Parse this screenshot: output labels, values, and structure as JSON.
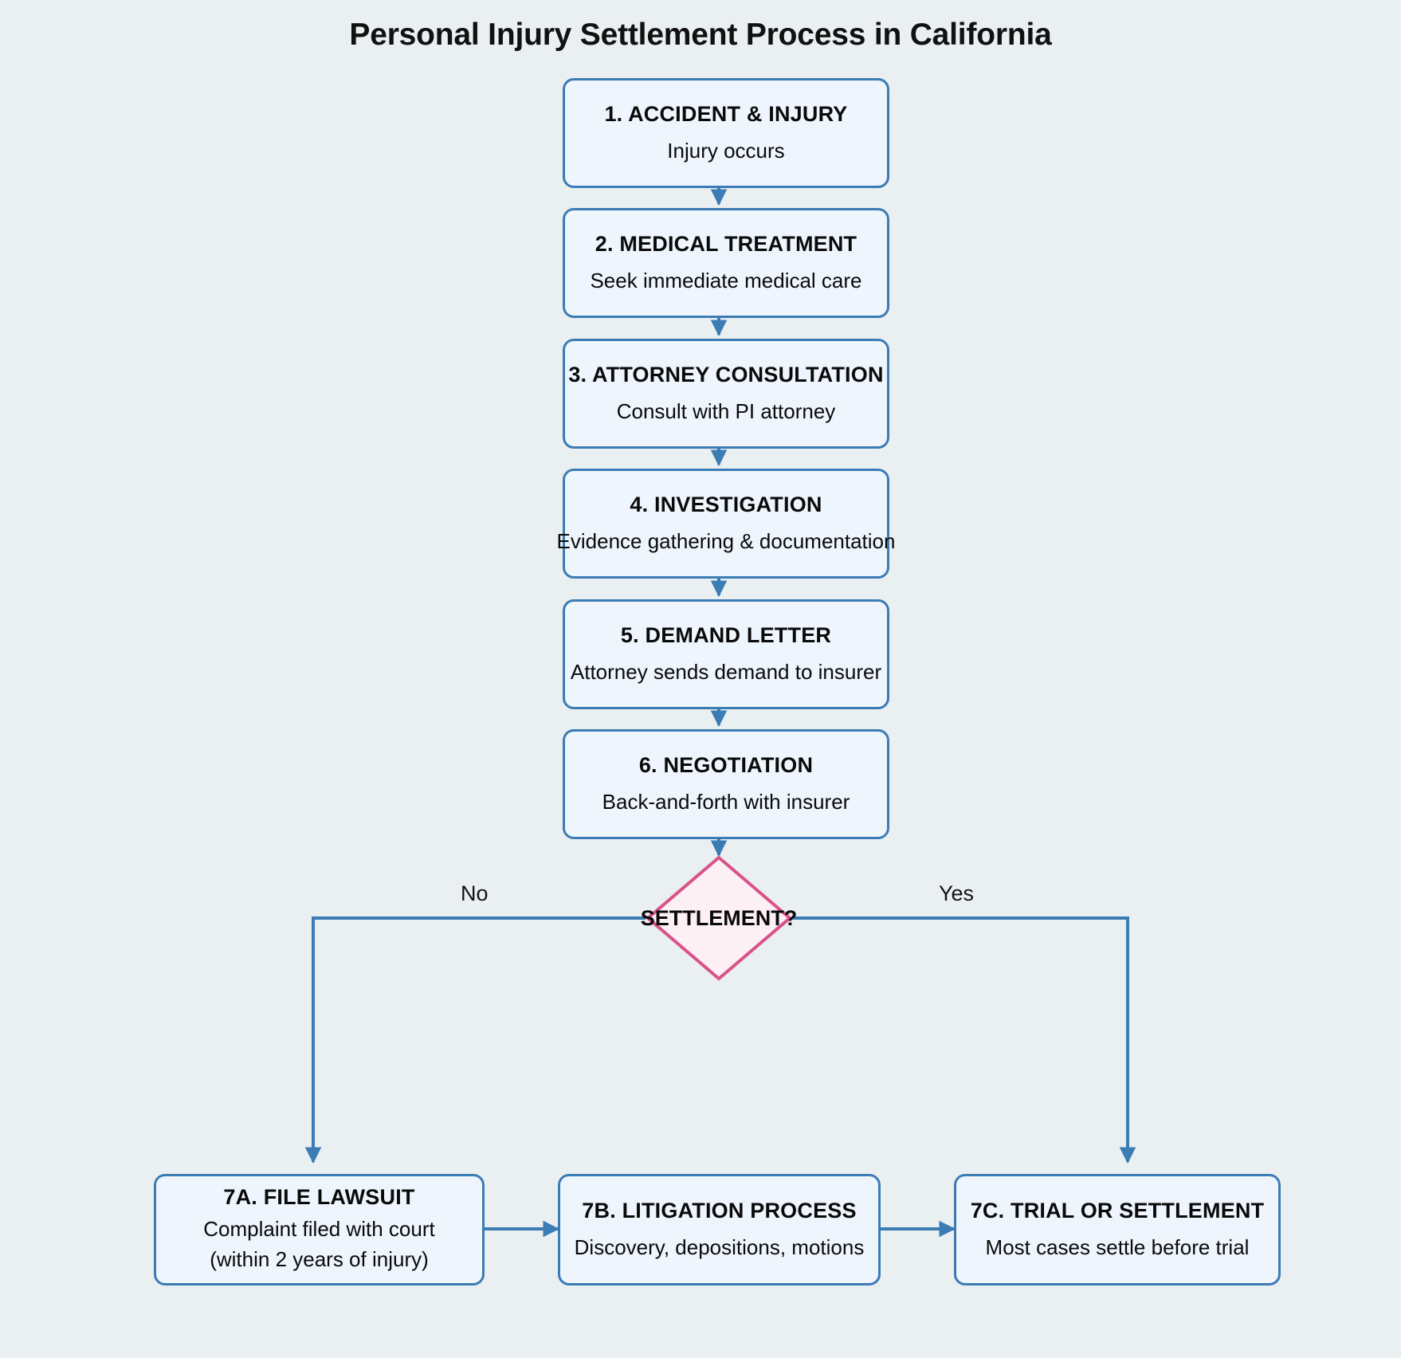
{
  "title": "Personal Injury Settlement Process in California",
  "colors": {
    "background": "#eaeff2",
    "node_fill": "#eef5fd",
    "node_border": "#3c7cb5",
    "edge": "#3c7cb5",
    "decision_fill": "#fdf0f5",
    "decision_border": "#d9528a",
    "text": "#0a0a0a"
  },
  "nodes": [
    {
      "id": "step1",
      "title": "1. ACCIDENT & INJURY",
      "desc": "Injury occurs"
    },
    {
      "id": "step2",
      "title": "2. MEDICAL TREATMENT",
      "desc": "Seek immediate medical care"
    },
    {
      "id": "step3",
      "title": "3. ATTORNEY CONSULTATION",
      "desc": "Consult with PI attorney"
    },
    {
      "id": "step4",
      "title": "4. INVESTIGATION",
      "desc": "Evidence gathering & documentation"
    },
    {
      "id": "step5",
      "title": "5. DEMAND LETTER",
      "desc": "Attorney sends demand to insurer"
    },
    {
      "id": "step6",
      "title": "6. NEGOTIATION",
      "desc": "Back-and-forth with insurer"
    }
  ],
  "decision": {
    "id": "settlement",
    "label": "SETTLEMENT?"
  },
  "branch_labels": {
    "no": "No",
    "yes": "Yes"
  },
  "outcomes": [
    {
      "id": "step7a",
      "title": "7A. FILE LAWSUIT",
      "desc": "Complaint filed with court",
      "desc2": "(within 2 years of injury)"
    },
    {
      "id": "step7b",
      "title": "7B. LITIGATION PROCESS",
      "desc": "Discovery, depositions, motions"
    },
    {
      "id": "step7c",
      "title": "7C. TRIAL OR SETTLEMENT",
      "desc": "Most cases settle before trial"
    }
  ],
  "chart_data": {
    "type": "diagram",
    "orientation": "top-to-bottom",
    "title": "Personal Injury Settlement Process in California",
    "edges": [
      {
        "from": "step1",
        "to": "step2",
        "label": ""
      },
      {
        "from": "step2",
        "to": "step3",
        "label": ""
      },
      {
        "from": "step3",
        "to": "step4",
        "label": ""
      },
      {
        "from": "step4",
        "to": "step5",
        "label": ""
      },
      {
        "from": "step5",
        "to": "step6",
        "label": ""
      },
      {
        "from": "step6",
        "to": "settlement",
        "label": ""
      },
      {
        "from": "settlement",
        "to": "step7a",
        "label": "No"
      },
      {
        "from": "settlement",
        "to": "step7c",
        "label": "Yes"
      },
      {
        "from": "step7a",
        "to": "step7b",
        "label": ""
      },
      {
        "from": "step7b",
        "to": "step7c",
        "label": ""
      }
    ]
  }
}
